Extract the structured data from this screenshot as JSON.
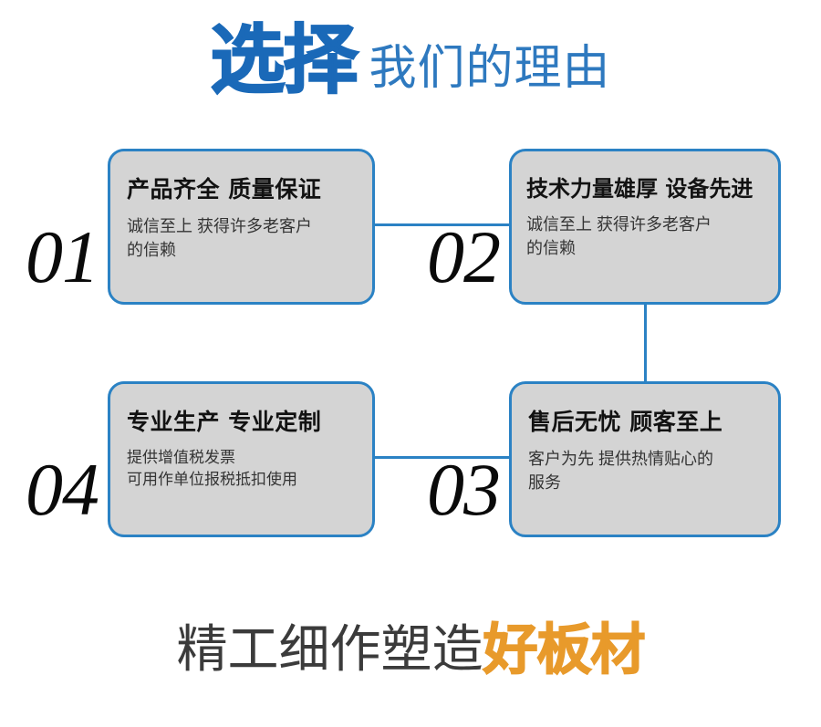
{
  "header": {
    "strong_text": "选择",
    "light_text": "我们的理由",
    "strong_color": "#1a69b8",
    "light_color": "#2e79bf"
  },
  "cards": [
    {
      "number": "01",
      "title": "产品齐全 质量保证",
      "body": "诚信至上 获得许多老客户\n的信赖"
    },
    {
      "number": "02",
      "title": "技术力量雄厚 设备先进",
      "body": "诚信至上 获得许多老客户\n的信赖"
    },
    {
      "number": "03",
      "title": "售后无忧 顾客至上",
      "body": "客户为先 提供热情贴心的\n服务"
    },
    {
      "number": "04",
      "title": "专业生产 专业定制",
      "body": "提供增值税发票\n可用作单位报税抵扣使用"
    }
  ],
  "footer": {
    "dark_text": "精工细作塑造",
    "accent_text": "好板材",
    "dark_color": "#3b3b3b",
    "accent_color": "#e89a2b"
  },
  "theme": {
    "card_fill": "#d4d4d4",
    "card_border": "#2b82c4",
    "connector_color": "#2b82c4",
    "background": "#ffffff",
    "title_color": "#121212",
    "body_color": "#343434",
    "number_color": "#0a0a0a"
  }
}
